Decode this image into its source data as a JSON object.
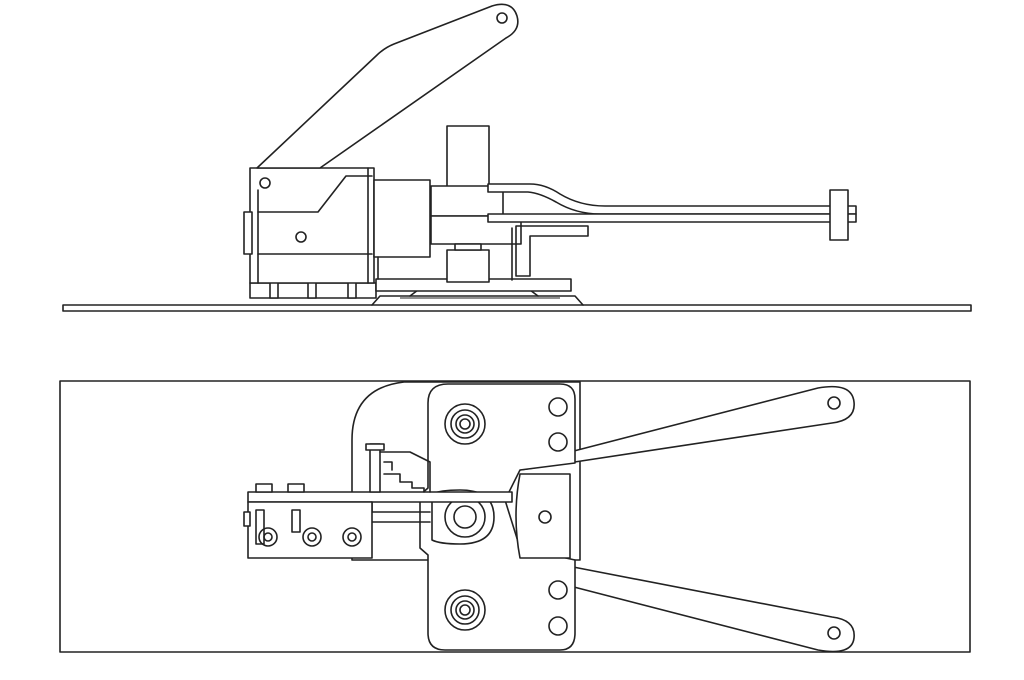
{
  "diagram": {
    "views": [
      {
        "id": "side-view",
        "kind": "side-elevation"
      },
      {
        "id": "top-view",
        "kind": "plan"
      }
    ],
    "colors": {
      "stroke": "#222222",
      "background": "#ffffff"
    },
    "side_view_parts": [
      "base-plate",
      "handle-arm",
      "clamp-body",
      "vertical-post",
      "spindle-rod",
      "bolt-row",
      "foot-pads"
    ],
    "top_view_parts": [
      "outline-plate",
      "handle-plate",
      "yoke-arm-upper",
      "yoke-arm-lower",
      "pivot-bolt",
      "mount-block"
    ]
  }
}
